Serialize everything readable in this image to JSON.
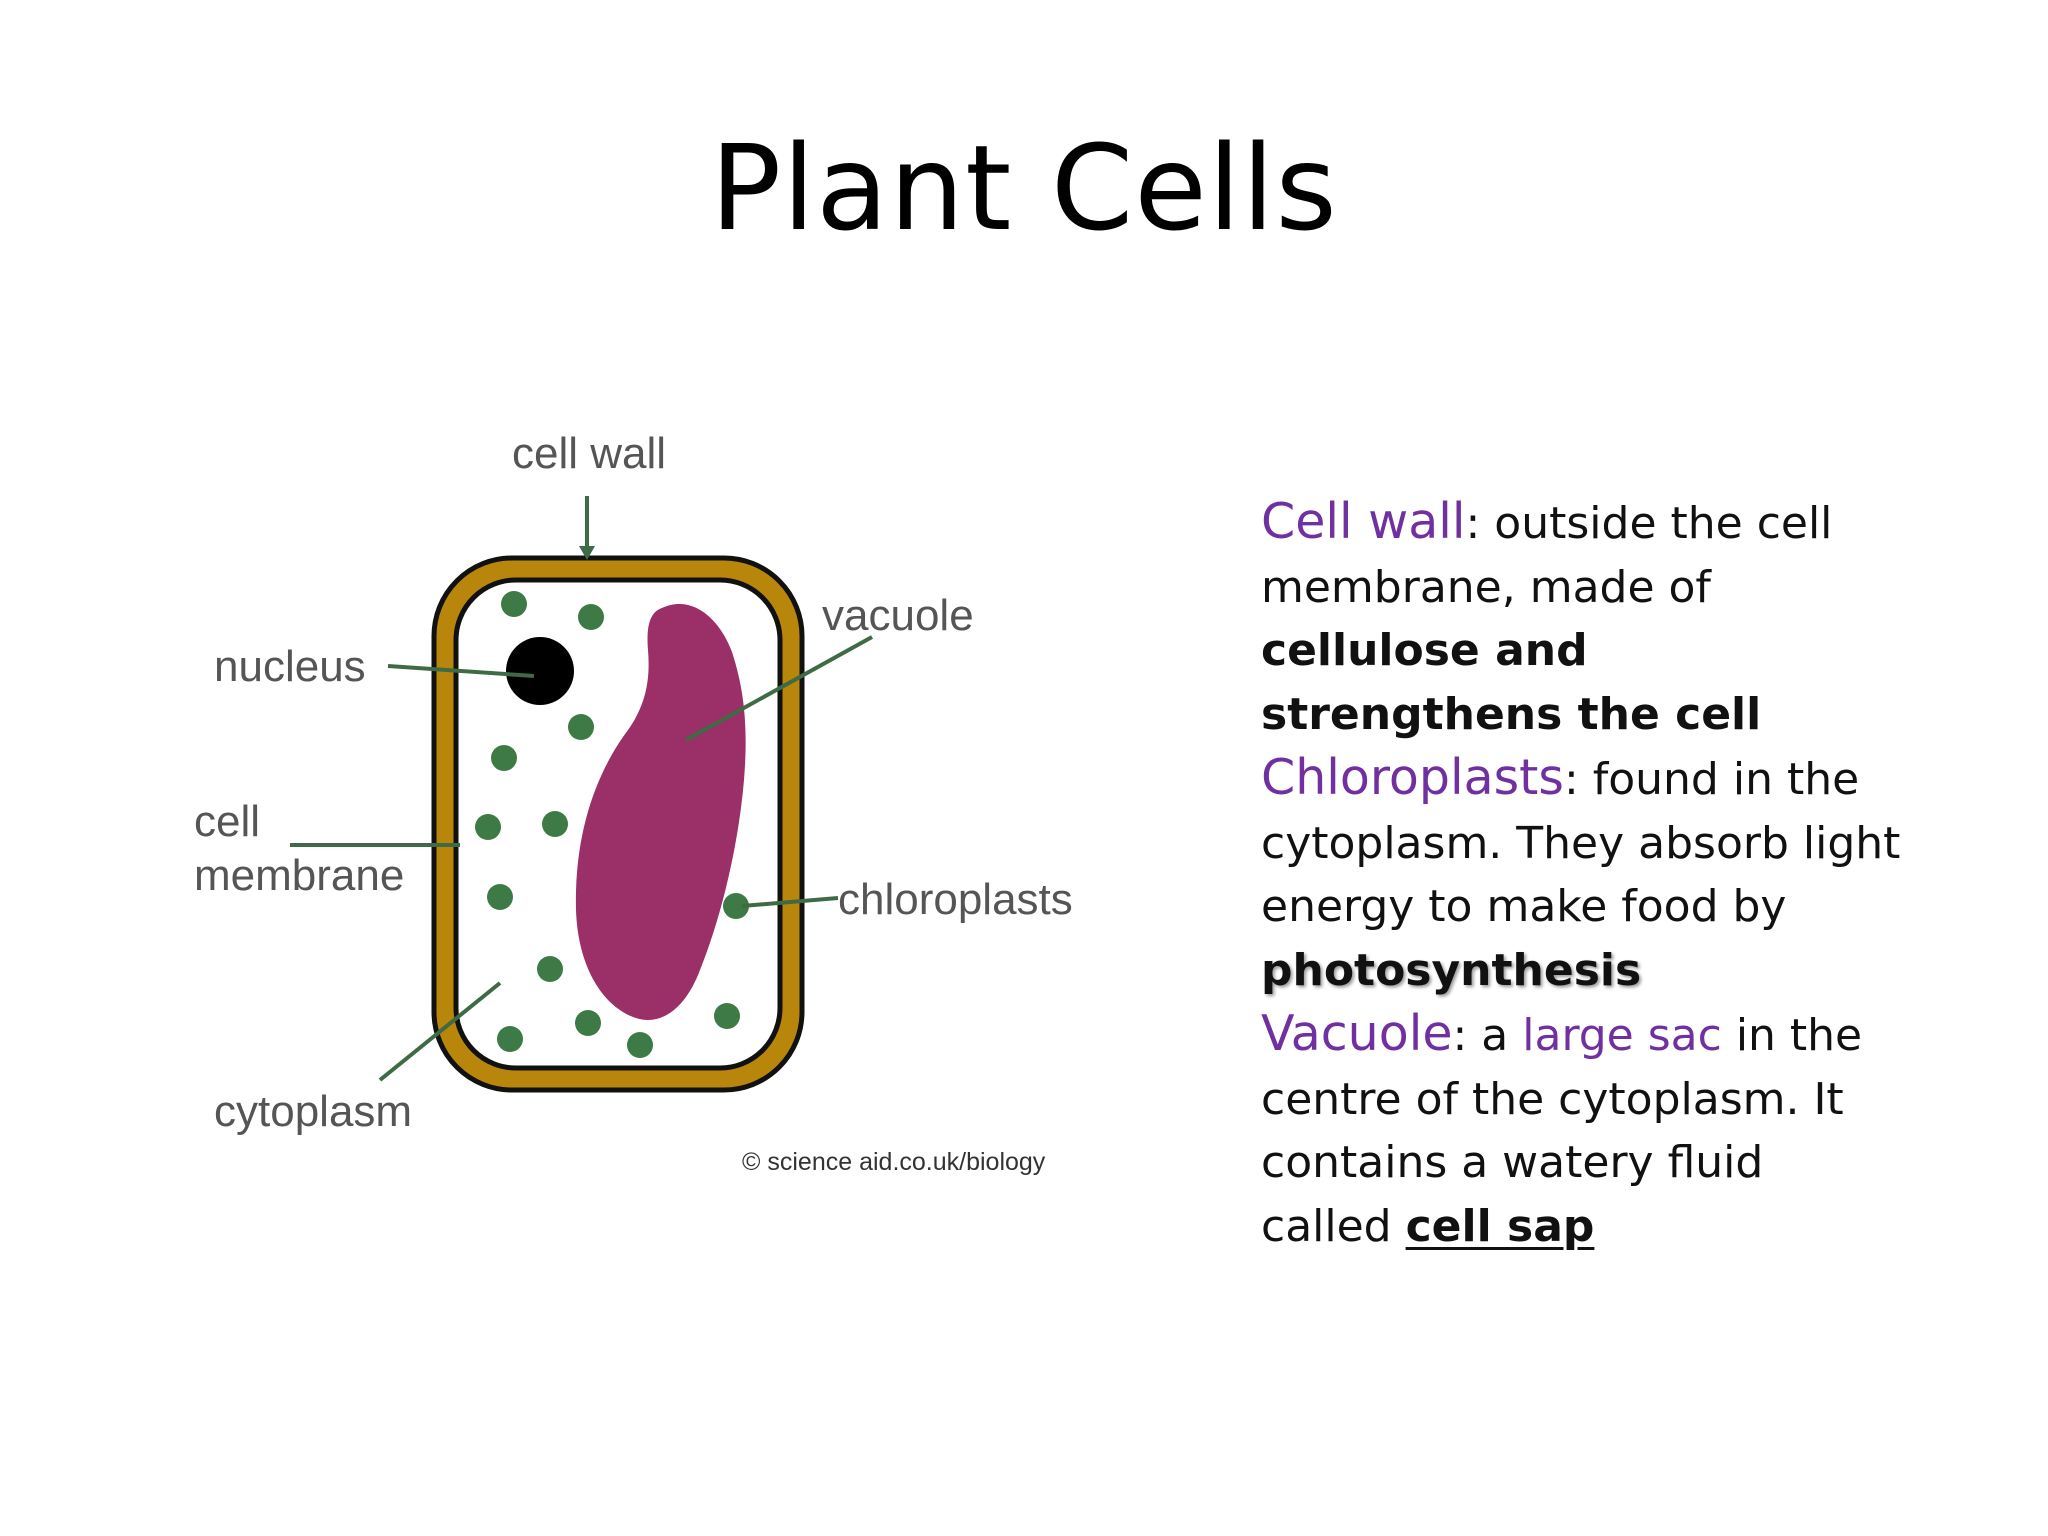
{
  "slide": {
    "title": "Plant Cells"
  },
  "diagram": {
    "labels": {
      "cell_wall": "cell wall",
      "nucleus": "nucleus",
      "vacuole": "vacuole",
      "cell": "cell",
      "membrane": "membrane",
      "chloroplasts": "chloroplasts",
      "cytoplasm": "cytoplasm"
    },
    "credit": "© science aid.co.uk/biology",
    "colors": {
      "cell_wall": "#b8860b",
      "cell_outline": "#111111",
      "vacuole": "#9b2f68",
      "chloroplast": "#3e7a45",
      "nucleus": "#000000",
      "label_text": "#555555",
      "pointer": "#3e6a45"
    }
  },
  "description": {
    "cell_wall": {
      "term": "Cell wall",
      "text1": ": outside the cell membrane, made of ",
      "bold": "cellulose and strengthens the cell"
    },
    "chloroplasts": {
      "term": "Chloroplasts",
      "text1": ": found in the cytoplasm. They absorb light energy to make food by ",
      "bold": "photosynthesis"
    },
    "vacuole": {
      "term": "Vacuole",
      "text1": ": a ",
      "highlight": "large sac",
      "text2": " in the centre of the cytoplasm. It contains a watery fluid called ",
      "bold": "cell sap"
    },
    "colors": {
      "term": "#7030a0",
      "body": "#111111"
    }
  }
}
